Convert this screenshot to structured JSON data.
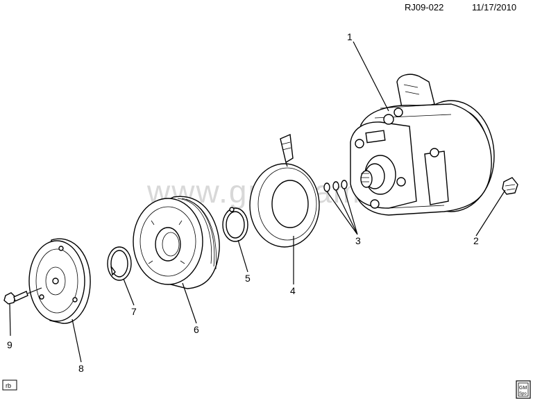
{
  "header": {
    "drawing_id": "RJ09-022",
    "date": "11/17/2010"
  },
  "watermark": "www.gmsrlam",
  "callouts": [
    "1",
    "2",
    "3",
    "4",
    "5",
    "6",
    "7",
    "8",
    "9"
  ],
  "footer": {
    "left_badge": "rb",
    "logo_top": "GM",
    "logo_bottom": "Spo"
  }
}
